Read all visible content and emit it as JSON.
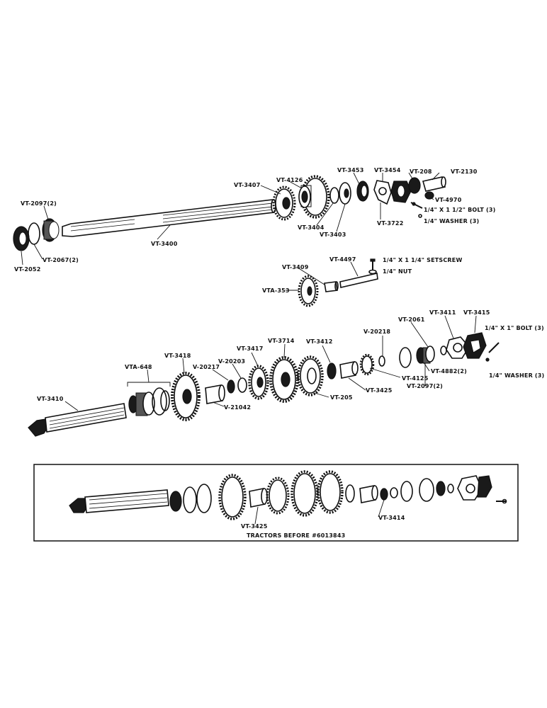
{
  "labels": {
    "vt2130": "VT-2130",
    "vt3453": "VT-3453",
    "vt3454": "VT-3454",
    "vt208": "VT-208",
    "vt4126": "VT-4126",
    "vt3407": "VT-3407",
    "vt4970": "VT-4970",
    "bolt_1_1_2": "1/4\" X 1 1/2\" BOLT (3)",
    "washer3_top": "1/4\" WASHER (3)",
    "vt3722": "VT-3722",
    "vt3404": "VT-3404",
    "vt3403": "VT-3403",
    "vt2097_top": "VT-2097(2)",
    "vt3400": "VT-3400",
    "vt2067": "VT-2067(2)",
    "vt2052": "VT-2052",
    "vt4497": "VT-4497",
    "setscrew": "1/4\" X 1 1/4\" SETSCREW",
    "vt3409": "VT-3409",
    "nut": "1/4\" NUT",
    "vta353": "VTA-353",
    "vt3411": "VT-3411",
    "vt3415": "VT-3415",
    "vt2061": "VT-2061",
    "bolt_1": "1/4\" X 1\" BOLT (3)",
    "v20218": "V-20218",
    "vt3714": "VT-3714",
    "vt3412": "VT-3412",
    "vt3417": "VT-3417",
    "v20203": "V-20203",
    "vt3418": "VT-3418",
    "v20217": "V-20217",
    "vta648": "VTA-648",
    "washer3_bottom": "1/4\" WASHER (3)",
    "vt4882": "VT-4882(2)",
    "vt4125": "VT-4125",
    "vt2097_bottom": "VT-2097(2)",
    "vt3425": "VT-3425",
    "vt205": "VT-205",
    "v21042": "V-21042",
    "vt3410": "VT-3410",
    "inset_vt3425": "VT-3425",
    "inset_vt3414": "VT-3414",
    "inset_caption": "TRACTORS BEFORE #6013843"
  }
}
